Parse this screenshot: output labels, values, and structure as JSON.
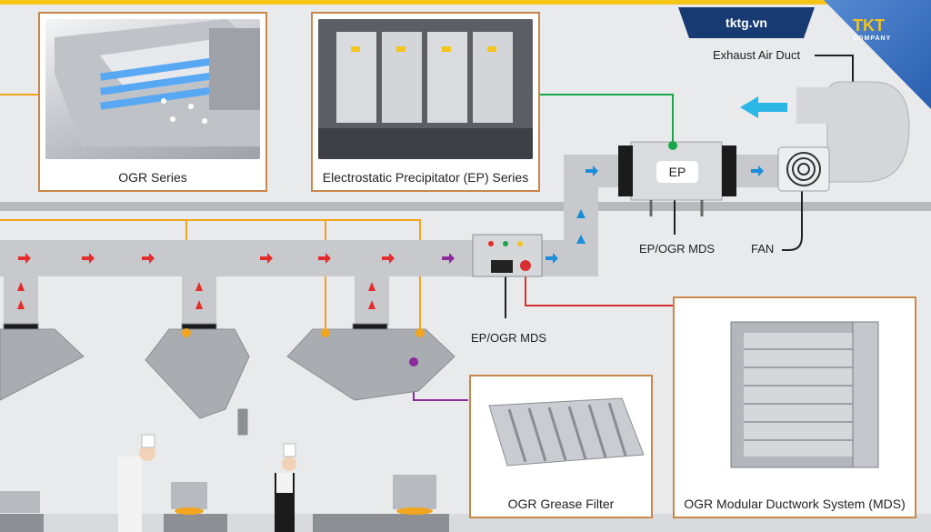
{
  "brand": {
    "site": "tktg.vn",
    "logo": "TKT",
    "logo_sub": "COMPANY"
  },
  "cards": {
    "ogr_series": "OGR Series",
    "ep_series": "Electrostatic Precipitator (EP) Series",
    "grease_filter": "OGR Grease Filter",
    "mds": "OGR Modular Ductwork System (MDS)"
  },
  "labels": {
    "exhaust": "Exhaust Air Duct",
    "ep": "EP",
    "ep_ogr_mds_top": "EP/OGR MDS",
    "fan": "FAN",
    "ep_ogr_mds_box": "EP/OGR MDS"
  },
  "colors": {
    "card_border": "#c9874a",
    "duct": "#c7c9cc",
    "arrow_red": "#e32c2c",
    "arrow_blue": "#1a8ed8",
    "line_green": "#1aa64a",
    "line_orange": "#f2a51f",
    "line_red": "#d62f2f",
    "line_purple": "#8c2b9c"
  }
}
